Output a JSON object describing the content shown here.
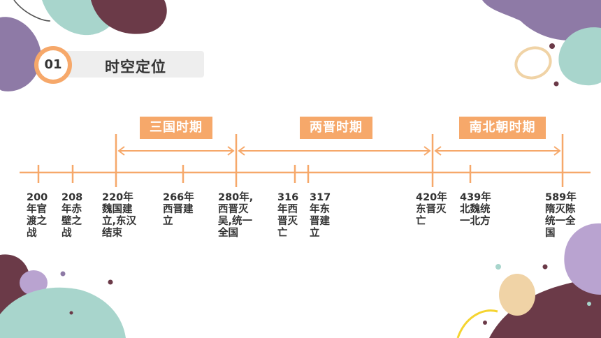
{
  "section": {
    "number": "01",
    "title": "时空定位"
  },
  "colors": {
    "accent": "#f6a86a",
    "dark_blob": "#6b3a48",
    "purple_blob": "#8e7aa6",
    "teal_blob": "#a8d5cc",
    "text": "#333333"
  },
  "periods": [
    {
      "label": "三国时期"
    },
    {
      "label": "两晋时期"
    },
    {
      "label": "南北朝时期"
    }
  ],
  "events": [
    {
      "lines": [
        "200",
        "年官",
        "渡之",
        "战"
      ]
    },
    {
      "lines": [
        "208",
        "年赤",
        "壁之",
        "战"
      ]
    },
    {
      "lines": [
        "220年",
        "魏国建",
        "立,东汉",
        "结束"
      ]
    },
    {
      "lines": [
        "266年",
        "西晋建",
        "立"
      ]
    },
    {
      "lines": [
        "280年,",
        "西晋灭",
        "吴,统一",
        "全国"
      ]
    },
    {
      "lines": [
        "316",
        "年西",
        "晋灭",
        "亡"
      ]
    },
    {
      "lines": [
        "317",
        "年东",
        "晋建",
        "立"
      ]
    },
    {
      "lines": [
        "420年",
        "东晋灭",
        "亡"
      ]
    },
    {
      "lines": [
        "439年",
        "北魏统",
        "一北方"
      ]
    },
    {
      "lines": [
        "589年",
        "隋灭陈",
        "统一全",
        "国"
      ]
    }
  ]
}
